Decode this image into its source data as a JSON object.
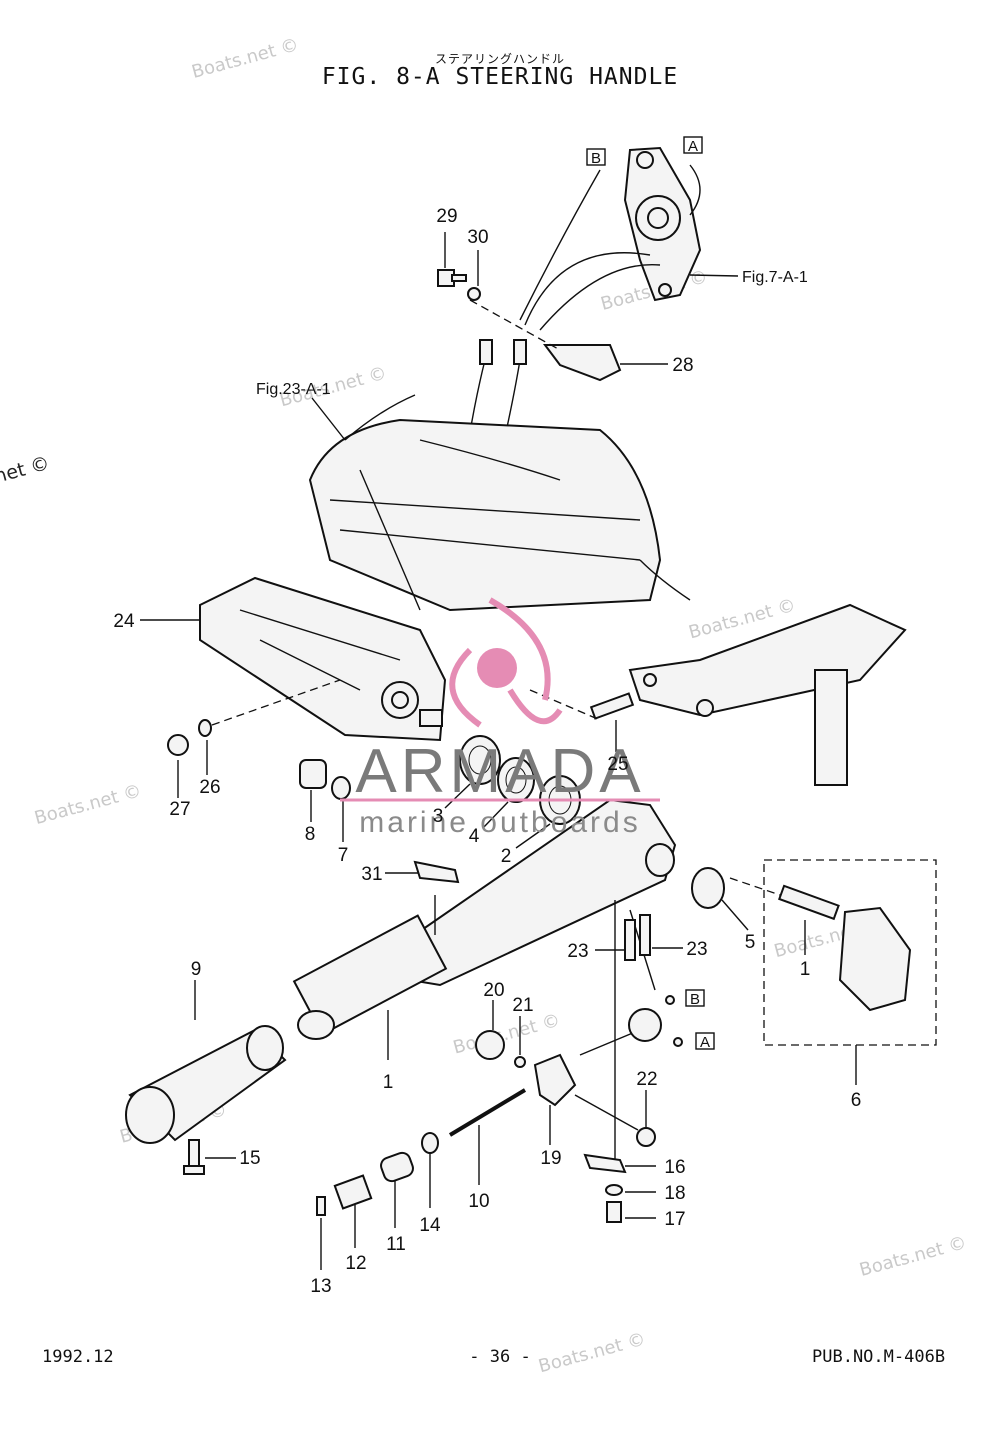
{
  "header": {
    "title_jp": "ステアリングハンドル",
    "title": "FIG.  8-A STEERING HANDLE"
  },
  "footer": {
    "date": "1992.12",
    "page": "- 36 -",
    "pub_no": "PUB.NO.M-406B"
  },
  "watermark": {
    "text": "Boats.net ©"
  },
  "brand_overlay": {
    "name": "ARMADA",
    "tagline": "marine outboards"
  },
  "references": {
    "fig7": "Fig.7-A-1",
    "fig23": "Fig.23-A-1"
  },
  "connectors": {
    "a": "A",
    "b": "B"
  },
  "part_labels": [
    "29",
    "30",
    "28",
    "24",
    "25",
    "26",
    "27",
    "8",
    "7",
    "3",
    "4",
    "2",
    "31",
    "5",
    "6",
    "1",
    "23",
    "23",
    "9",
    "20",
    "21",
    "1",
    "15",
    "22",
    "19",
    "16",
    "18",
    "17",
    "10",
    "14",
    "11",
    "12",
    "13"
  ],
  "colors": {
    "ink": "#111111",
    "watermark": "#c9c9c9",
    "logo_pink": "#e58cb4"
  }
}
